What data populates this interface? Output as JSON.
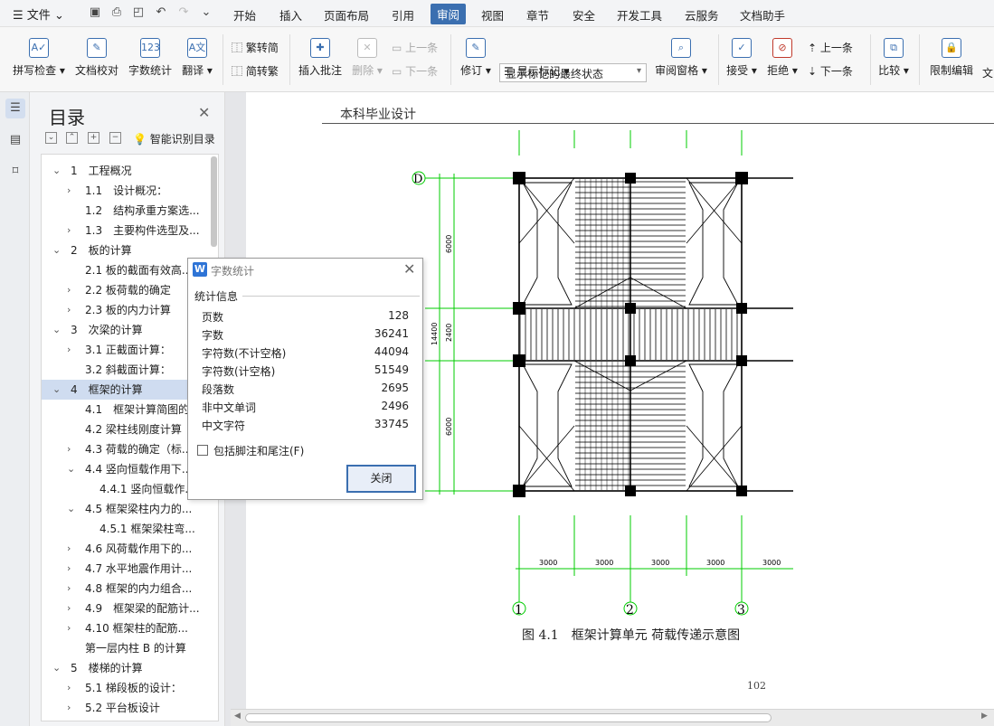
{
  "menubar": {
    "file_label": "文件",
    "tabs": [
      "开始",
      "插入",
      "页面布局",
      "引用",
      "审阅",
      "视图",
      "章节",
      "安全",
      "开发工具",
      "云服务",
      "文档助手"
    ],
    "active_tab": "审阅"
  },
  "ribbon": {
    "spell_check": "拼写检查",
    "doc_proofread": "文档校对",
    "word_count": "字数统计",
    "translate": "翻译",
    "trad_to_simp": "繁转简",
    "simp_to_trad": "简转繁",
    "insert_comment": "插入批注",
    "delete": "删除",
    "prev_comment": "上一条",
    "next_comment": "下一条",
    "revise": "修订",
    "markup_state": "显示标记的最终状态",
    "show_markup": "显示标记",
    "review_pane": "审阅窗格",
    "accept": "接受",
    "reject": "拒绝",
    "prev_change": "上一条",
    "next_change": "下一条",
    "compare": "比较",
    "restrict_edit": "限制编辑",
    "more": "文"
  },
  "nav": {
    "title": "目录",
    "smart_toc": "智能识别目录",
    "items": [
      {
        "label": "1　工程概况",
        "arrow": "⌄"
      },
      {
        "label": "1.1　设计概况：",
        "arrow": "›"
      },
      {
        "label": "1.2　结构承重方案选...",
        "arrow": ""
      },
      {
        "label": "1.3　主要构件选型及...",
        "arrow": "›"
      },
      {
        "label": "2　板的计算",
        "arrow": "⌄"
      },
      {
        "label": "2.1 板的截面有效高...",
        "arrow": ""
      },
      {
        "label": "2.2 板荷载的确定",
        "arrow": "›"
      },
      {
        "label": "2.3 板的内力计算",
        "arrow": "›"
      },
      {
        "label": "3　次梁的计算",
        "arrow": "⌄"
      },
      {
        "label": "3.1 正截面计算：",
        "arrow": "›"
      },
      {
        "label": "3.2 斜截面计算：",
        "arrow": ""
      },
      {
        "label": "4　框架的计算",
        "arrow": "⌄"
      },
      {
        "label": "4.1　框架计算简图的...",
        "arrow": ""
      },
      {
        "label": "4.2 梁柱线刚度计算",
        "arrow": ""
      },
      {
        "label": "4.3 荷载的确定（标...",
        "arrow": "›"
      },
      {
        "label": "4.4 竖向恒载作用下...",
        "arrow": "⌄"
      },
      {
        "label": "4.4.1 竖向恒载作...",
        "arrow": ""
      },
      {
        "label": "4.5 框架梁柱内力的...",
        "arrow": "⌄"
      },
      {
        "label": "4.5.1 框架梁柱弯...",
        "arrow": ""
      },
      {
        "label": "4.6 风荷载作用下的...",
        "arrow": "›"
      },
      {
        "label": "4.7 水平地震作用计...",
        "arrow": "›"
      },
      {
        "label": "4.8 框架的内力组合...",
        "arrow": "›"
      },
      {
        "label": "4.9　框架梁的配筋计...",
        "arrow": "›"
      },
      {
        "label": "4.10 框架柱的配筋...",
        "arrow": "›"
      },
      {
        "label": "第一层内柱 B 的计算",
        "arrow": ""
      },
      {
        "label": "5　楼梯的计算",
        "arrow": "⌄"
      },
      {
        "label": "5.1 梯段板的设计：",
        "arrow": "›"
      },
      {
        "label": "5.2 平台板设计",
        "arrow": "›"
      }
    ]
  },
  "document": {
    "header": "本科毕业设计",
    "caption": "图 4.1　框架计算单元 荷载传递示意图",
    "page_number": "102",
    "drawing": {
      "axis_row_label": "D",
      "axis_col_labels": [
        "1",
        "2",
        "3"
      ],
      "dims_vertical": [
        "6000",
        "2400",
        "6000"
      ],
      "dim_total": "14400",
      "dims_horizontal": [
        "3000",
        "3000",
        "3000",
        "3000",
        "3000"
      ]
    }
  },
  "dialog": {
    "title": "字数统计",
    "group_label": "统计信息",
    "rows": [
      {
        "label": "页数",
        "value": "128"
      },
      {
        "label": "字数",
        "value": "36241"
      },
      {
        "label": "字符数(不计空格)",
        "value": "44094"
      },
      {
        "label": "字符数(计空格)",
        "value": "51549"
      },
      {
        "label": "段落数",
        "value": "2695"
      },
      {
        "label": "非中文单词",
        "value": "2496"
      },
      {
        "label": "中文字符",
        "value": "33745"
      }
    ],
    "checkbox_label": "包括脚注和尾注(F)",
    "close_button": "关闭"
  },
  "colors": {
    "accent": "#3b6fb0",
    "drawing_green": "#00cc00"
  }
}
